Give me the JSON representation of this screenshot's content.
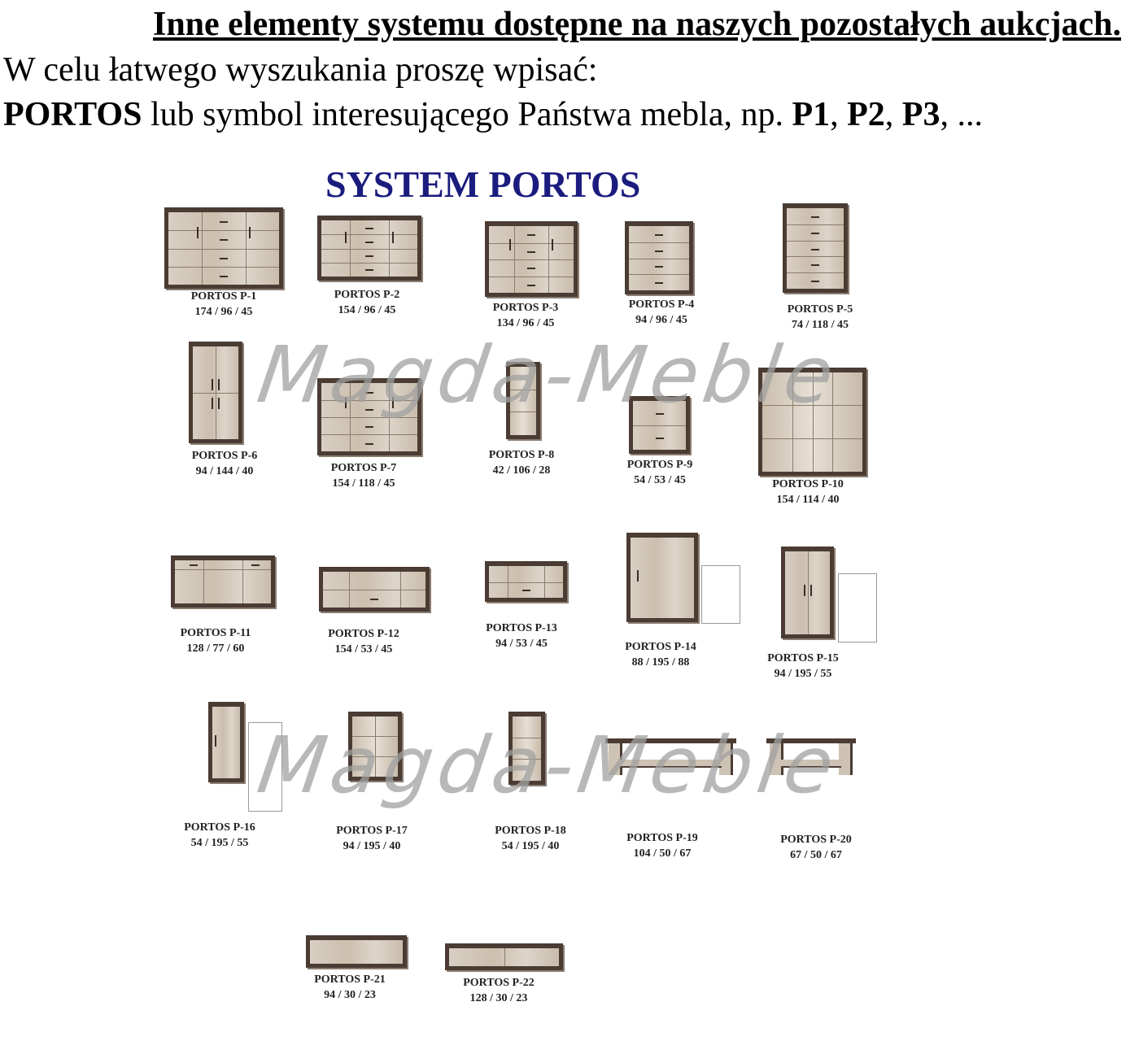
{
  "header": {
    "line1": "Inne elementy systemu dostępne na naszych pozostałych aukcjach.",
    "line2": "W celu łatwego wyszukania proszę wpisać:",
    "line3": {
      "b1": "PORTOS",
      "t1": " lub symbol interesującego Państwa mebla, np. ",
      "b2": "P1",
      "t2": ", ",
      "b3": "P2",
      "t3": ", ",
      "b4": "P3",
      "t4": ", ..."
    }
  },
  "catalog_title": "SYSTEM PORTOS",
  "watermark": "Magda-Meble",
  "colors": {
    "title": "#1b1c7e",
    "frame": "#4a3c33",
    "wood": "#d3c9bb"
  },
  "items": [
    {
      "name": "PORTOS P-1",
      "dims": "174 / 96 / 45"
    },
    {
      "name": "PORTOS P-2",
      "dims": "154 / 96 / 45"
    },
    {
      "name": "PORTOS P-3",
      "dims": "134 / 96 / 45"
    },
    {
      "name": "PORTOS P-4",
      "dims": "94 / 96 / 45"
    },
    {
      "name": "PORTOS P-5",
      "dims": "74 / 118 / 45"
    },
    {
      "name": "PORTOS P-6",
      "dims": "94 / 144 / 40"
    },
    {
      "name": "PORTOS P-7",
      "dims": "154 / 118 / 45"
    },
    {
      "name": "PORTOS P-8",
      "dims": "42 / 106 / 28"
    },
    {
      "name": "PORTOS P-9",
      "dims": "54 / 53 / 45"
    },
    {
      "name": "PORTOS P-10",
      "dims": "154 / 114 / 40"
    },
    {
      "name": "PORTOS P-11",
      "dims": "128 / 77 / 60"
    },
    {
      "name": "PORTOS P-12",
      "dims": "154 / 53 / 45"
    },
    {
      "name": "PORTOS P-13",
      "dims": "94 / 53 / 45"
    },
    {
      "name": "PORTOS P-14",
      "dims": "88 / 195 / 88"
    },
    {
      "name": "PORTOS P-15",
      "dims": "94 / 195 / 55"
    },
    {
      "name": "PORTOS P-16",
      "dims": "54 / 195 / 55"
    },
    {
      "name": "PORTOS P-17",
      "dims": "94 / 195 / 40"
    },
    {
      "name": "PORTOS P-18",
      "dims": "54 / 195 / 40"
    },
    {
      "name": "PORTOS P-19",
      "dims": "104 / 50 / 67"
    },
    {
      "name": "PORTOS P-20",
      "dims": "67 / 50 / 67"
    },
    {
      "name": "PORTOS P-21",
      "dims": "94 / 30 / 23"
    },
    {
      "name": "PORTOS P-22",
      "dims": "128 / 30 / 23"
    }
  ]
}
